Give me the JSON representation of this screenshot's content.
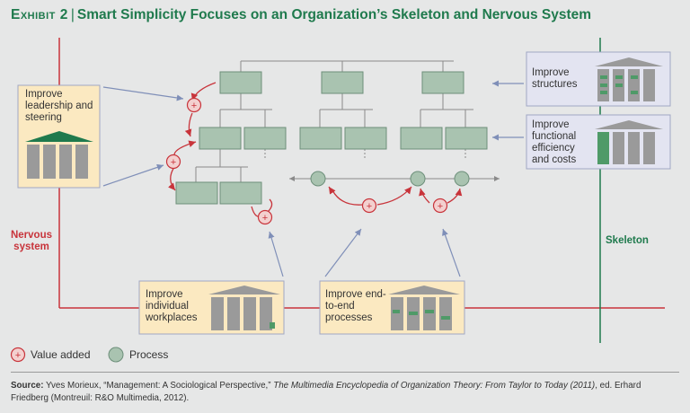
{
  "title": {
    "exhibit": "Exhibit 2",
    "separator": "|",
    "text": "Smart Simplicity Focuses on an Organization’s Skeleton and Nervous System"
  },
  "boxes": {
    "leadership": "Improve leadership and steering",
    "structures": "Improve structures",
    "functional": "Improve functional efficiency and costs",
    "workplaces": "Improve individual workplaces",
    "processes": "Improve end-to-end processes"
  },
  "axis_labels": {
    "nervous": "Nervous system",
    "skeleton": "Skeleton"
  },
  "legend": [
    {
      "icon": "value-added-icon",
      "label": "Value added"
    },
    {
      "icon": "process-icon",
      "label": "Process"
    }
  ],
  "source": {
    "label": "Source:",
    "text_a": " Yves Morieux, “Management: A Sociological Perspective,” ",
    "italic": "The Multimedia Encyclopedia of Organization Theory: From Taylor to Today (2011)",
    "text_b": ", ed. Erhard Friedberg (Montreuil: R&O Multimedia, 2012)."
  },
  "colors": {
    "green": "#1f7a4d",
    "red": "#c8343b",
    "box_beige": "#fbe9c1",
    "box_lavender": "#e3e4f1",
    "node": "#a9c3b0",
    "arrow_blue": "#7f8fb8"
  }
}
